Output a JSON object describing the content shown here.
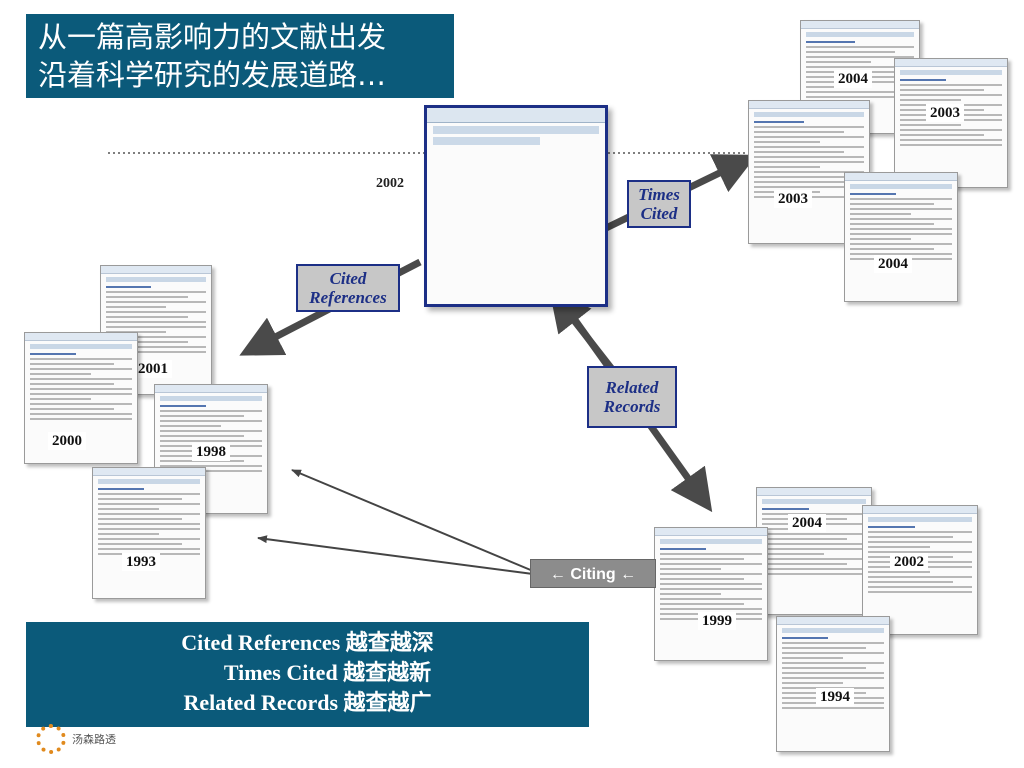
{
  "title": {
    "line1": "从一篇高影响力的文献出发",
    "line2": "沿着科学研究的发展道路…"
  },
  "center_year": "2002",
  "labels": {
    "times_cited": "Times Cited",
    "cited_references": "Cited References",
    "related_records": "Related Records",
    "citing": "← Citing ←"
  },
  "years": {
    "tr_2004a": "2004",
    "tr_2003a": "2003",
    "tr_2003b": "2003",
    "tr_2004b": "2004",
    "l_2001": "2001",
    "l_2000": "2000",
    "l_1998": "1998",
    "l_1993": "1993",
    "br_2004": "2004",
    "br_2002": "2002",
    "br_1999": "1999",
    "br_1994": "1994"
  },
  "bottom": {
    "line1": "Cited References 越查越深",
    "line2": "Times Cited 越查越新",
    "line3": "Related Records 越查越广"
  },
  "logo_text": "汤森路透",
  "colors": {
    "title_bg": "#0b5a7a",
    "label_border": "#1c2f86",
    "arrow": "#4a4a4a",
    "label_bg": "#c7c7c7"
  }
}
